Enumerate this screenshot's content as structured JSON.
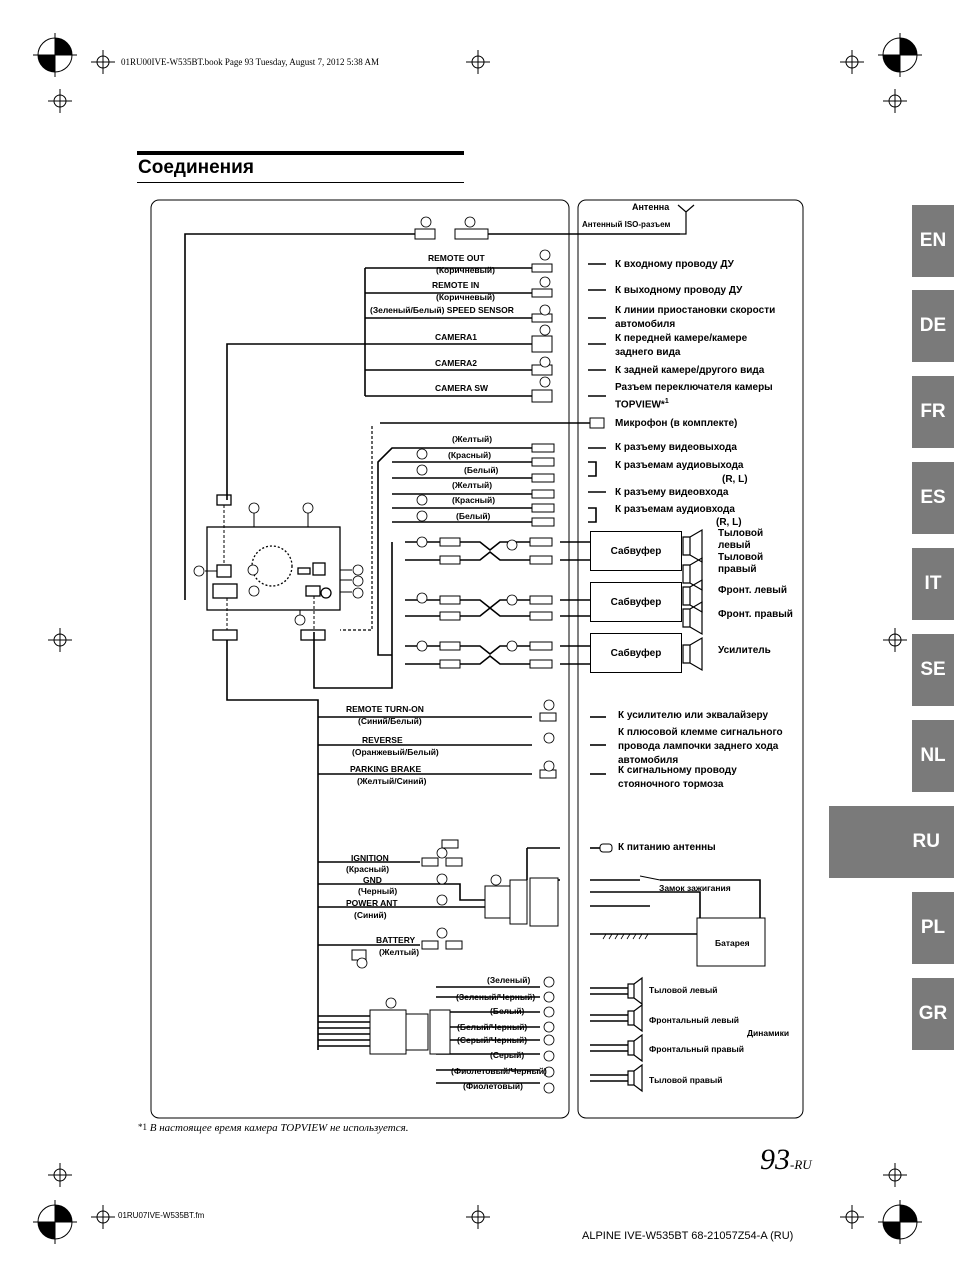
{
  "header": {
    "book_info": "01RU00IVE-W535BT.book  Page 93  Tuesday, August 7, 2012  5:38 AM",
    "section_title": "Соединения"
  },
  "languages": [
    "EN",
    "DE",
    "FR",
    "ES",
    "IT",
    "SE",
    "NL",
    "RU",
    "PL",
    "GR"
  ],
  "active_language": "RU",
  "antenna": {
    "label": "Антенна",
    "iso_label": "Антенный ISO-разъем"
  },
  "left_labels": {
    "remote_out": "REMOTE OUT",
    "remote_out_color": "(Коричневый)",
    "remote_in": "REMOTE IN",
    "remote_in_color": "(Коричневый)",
    "speed_sensor": "(Зеленый/Белый)  SPEED SENSOR",
    "camera1": "CAMERA1",
    "camera2": "CAMERA2",
    "camera_sw": "CAMERA SW",
    "yellow1": "(Желтый)",
    "red1": "(Красный)",
    "white1": "(Белый)",
    "yellow2": "(Желтый)",
    "red2": "(Красный)",
    "white2": "(Белый)",
    "remote_turn_on": "REMOTE TURN-ON",
    "remote_turn_on_color": "(Синий/Белый)",
    "reverse": "REVERSE",
    "reverse_color": "(Оранжевый/Белый)",
    "parking_brake": "PARKING BRAKE",
    "parking_brake_color": "(Желтый/Синий)",
    "ignition": "IGNITION",
    "ignition_color": "(Красный)",
    "gnd": "GND",
    "gnd_color": "(Черный)",
    "power_ant": "POWER ANT",
    "power_ant_color": "(Синий)",
    "battery": "BATTERY",
    "battery_color": "(Желтый)",
    "sp_green": "(Зеленый)",
    "sp_green_black": "(Зеленый/Черный)",
    "sp_white": "(Белый)",
    "sp_white_black": "(Белый/Черный)",
    "sp_gray_black": "(Серый/Черный)",
    "sp_gray": "(Серый)",
    "sp_violet_black": "(Фиолетовый/Черный)",
    "sp_violet": "(Фиолетовый)"
  },
  "right_labels": {
    "to_remote_in": "К входному проводу ДУ",
    "to_remote_out": "К выходному проводу ДУ",
    "to_speed": "К линии приостановки скорости автомобиля",
    "to_front_cam": "К передней камере/камере заднего вида",
    "to_rear_cam": "К задней камере/другого вида",
    "cam_switch": "Разъем переключателя камеры TOPVIEW*",
    "mic": "Микрофон (в комплекте)",
    "video_out": "К разъему видеовыхода",
    "audio_out": "К разъемам аудиовыхода",
    "audio_out_rl": "(R, L)",
    "video_in": "К разъему видеовхода",
    "audio_in": "К разъемам аудиовхода",
    "audio_in_rl": "(R, L)",
    "subwoofer": "Сабвуфер",
    "rear_left": "Тыловой левый",
    "rear_right": "Тыловой правый",
    "front_left": "Фронт. левый",
    "front_right": "Фронт. правый",
    "amplifier": "Усилитель",
    "to_amp_eq": "К усилителю или эквалайзеру",
    "to_reverse": "К плюсовой клемме сигнального провода лампочки заднего хода автомобиля",
    "to_parking": "К сигнальному проводу стояночного тормоза",
    "to_ant_power": "К питанию антенны",
    "ignition_lock": "Замок зажигания",
    "battery": "Батарея",
    "sp_rear_left": "Тыловой левый",
    "sp_front_left": "Фронтальный левый",
    "speakers": "Динамики",
    "sp_front_right": "Фронтальный правый",
    "sp_rear_right": "Тыловой правый"
  },
  "footnote": "В настоящее время камера TOPVIEW не используется.",
  "footnote_mark": "*1",
  "page_number": "93",
  "page_suffix": "-RU",
  "footer": {
    "file": "01RU07IVE-W535BT.fm",
    "model": "ALPINE IVE-W535BT 68-21057Z54-A (RU)"
  }
}
